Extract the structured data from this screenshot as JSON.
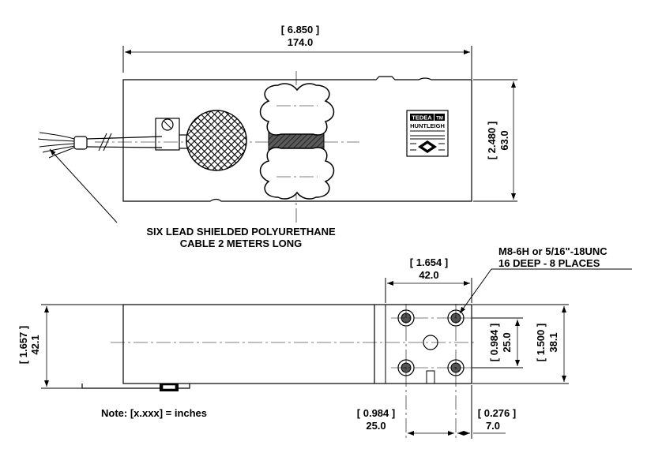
{
  "top_view": {
    "length_in": "[ 6.850 ]",
    "length_mm": "174.0",
    "height_in": "[ 2.480 ]",
    "height_mm": "63.0"
  },
  "label_plate": {
    "brand_top": "TEDEA",
    "brand_badge": "TM",
    "brand_bottom": "HUNTLEIGH"
  },
  "cable_note": {
    "line1": "SIX LEAD SHIELDED POLYURETHANE",
    "line2": "CABLE 2 METERS LONG"
  },
  "thread_note": {
    "line1": "M8-6H or 5/16\"-18UNC",
    "line2": "16 DEEP - 8 PLACES"
  },
  "side_view": {
    "height_in": "[ 1.657 ]",
    "height_mm": "42.1",
    "block_width_in": "[ 1.654 ]",
    "block_width_mm": "42.0",
    "hole_vert_in": "[ 0.984 ]",
    "hole_vert_mm": "25.0",
    "block_height_in": "[ 1.500 ]",
    "block_height_mm": "38.1",
    "hole_horiz_in": "[ 0.984 ]",
    "hole_horiz_mm": "25.0",
    "edge_in": "[ 0.276 ]",
    "edge_mm": "7.0"
  },
  "units_note": "Note: [x.xxx] = inches"
}
